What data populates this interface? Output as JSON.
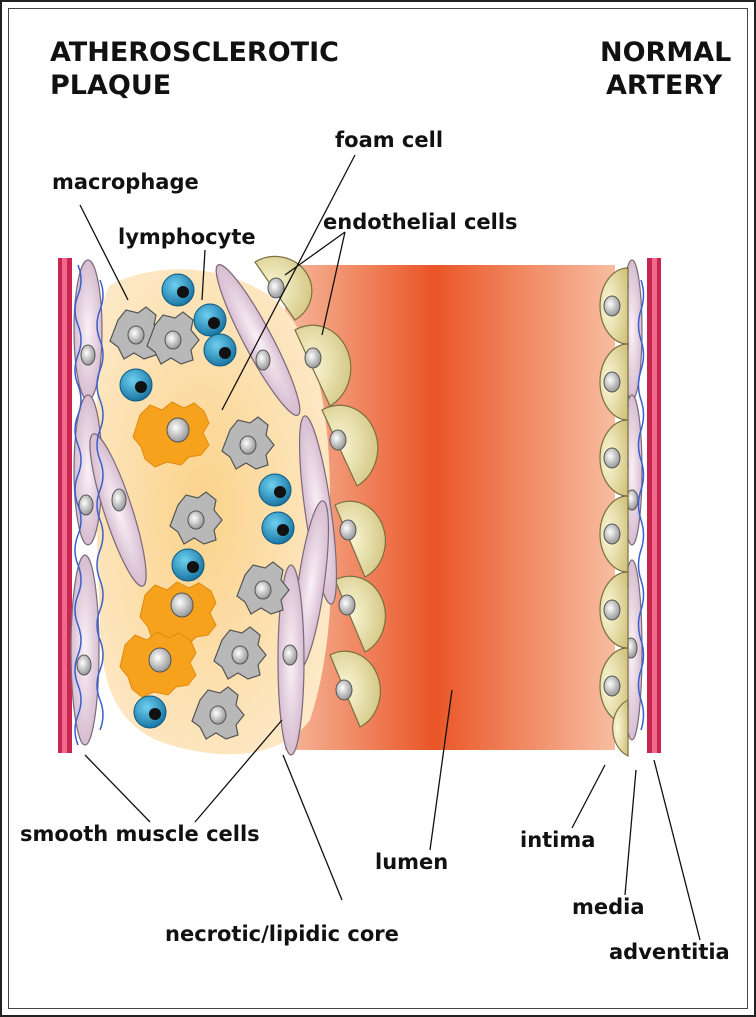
{
  "titles": {
    "left_line1": "ATHEROSCLEROTIC",
    "left_line2": "PLAQUE",
    "right_line1": "NORMAL",
    "right_line2": "ARTERY"
  },
  "labels": {
    "foam_cell": "foam cell",
    "macrophage": "macrophage",
    "lymphocyte": "lymphocyte",
    "endothelial_cells": "endothelial cells",
    "smooth_muscle_cells": "smooth muscle cells",
    "lumen": "lumen",
    "necrotic_core": "necrotic/lipidic core",
    "intima": "intima",
    "media": "media",
    "adventitia": "adventitia"
  },
  "colors": {
    "adventitia": "#d42a5a",
    "lumen_center": "#ea5a2a",
    "lumen_edge": "#f6b69a",
    "lipid_core": "#fde6c0",
    "foam_cell": "#f6a21c",
    "macrophage": "#b5b5b5",
    "lymphocyte": "#1f87b8",
    "endothelial": "#e8df9a",
    "smooth_muscle": "#e6cfe0",
    "elastic_fiber": "#3a5fcc"
  }
}
